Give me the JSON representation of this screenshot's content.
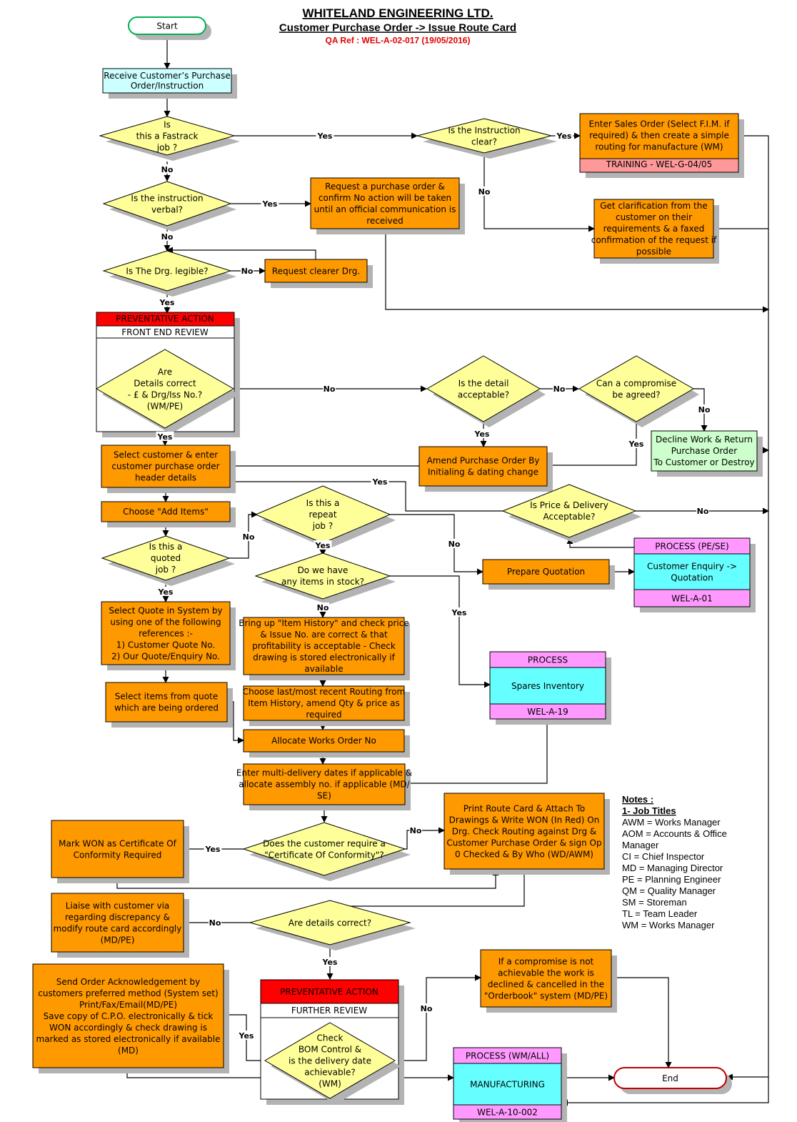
{
  "header": {
    "title": "WHITELAND ENGINEERING LTD.",
    "subtitle": "Customer Purchase Order -> Issue Route Card",
    "qa_ref": "QA Ref : WEL-A-02-017 (19/05/2016)"
  },
  "colors": {
    "process": "#ff9900",
    "decision": "#ffff99",
    "start_box": "#ccffff",
    "decline": "#ccffcc",
    "preventative": "#ff0000",
    "process_header": "#ff99ff",
    "process_body": "#66ffff",
    "training": "#ff9999",
    "terminal_start_border": "#00b050",
    "terminal_end_border": "#c00000",
    "qa_text": "#e00000"
  },
  "nodes": {
    "start": "Start",
    "end": "End",
    "receive": [
      "Receive Customer’s Purchase",
      "Order/Instruction"
    ],
    "fastrack": [
      "Is",
      "this a Fastrack",
      "job ?"
    ],
    "instr_clear": [
      "Is the Instruction",
      "clear?"
    ],
    "sales_order": [
      "Enter Sales Order (Select F.I.M. if",
      "required) & then create a simple",
      "routing for manufacture (WM)"
    ],
    "training": "TRAINING - WEL-G-04/05",
    "verbal": [
      "Is the instruction",
      "verbal?"
    ],
    "request_po": [
      "Request a purchase order &",
      "confirm No action will be taken",
      "until an official communication is",
      "received"
    ],
    "clarification": [
      "Get clarification from the",
      "customer on their",
      "requirements & a faxed",
      "confirmation of the request if",
      "possible"
    ],
    "legible": "Is The Drg. legible?",
    "clearer": "Request clearer Drg.",
    "prev1_header": "PREVENTATIVE ACTION",
    "prev1_sub": "FRONT END REVIEW",
    "details_correct": [
      "Are",
      "Details correct",
      "- £ & Drg/Iss No.?",
      "(WM/PE)"
    ],
    "detail_acceptable": [
      "Is the detail",
      "acceptable?"
    ],
    "compromise": [
      "Can a compromise",
      "be agreed?"
    ],
    "decline": [
      "Decline Work & Return",
      "Purchase Order",
      "To Customer or Destroy"
    ],
    "select_customer": [
      "Select customer & enter",
      "customer purchase order",
      "header details"
    ],
    "amend_po": [
      "Amend Purchase Order By",
      "Initialing & dating change"
    ],
    "add_items": "Choose \"Add Items\"",
    "price_delivery": [
      "Is Price & Delivery",
      "Acceptable?"
    ],
    "repeat_job": [
      "Is this a",
      "repeat",
      "job ?"
    ],
    "quoted_job": [
      "Is this a",
      "quoted",
      "job ?"
    ],
    "process_pese_header": "PROCESS (PE/SE)",
    "process_pese_body": [
      "Customer Enquiry ->",
      "Quotation"
    ],
    "process_pese_ref": "WEL-A-01",
    "prepare_quote": "Prepare Quotation",
    "items_stock": [
      "Do we have",
      "any items in stock?"
    ],
    "select_quote": [
      "Select Quote in System by",
      "using one of the following",
      "references :-",
      "1) Customer Quote No.",
      "2) Our Quote/Enquiry No."
    ],
    "item_history": [
      "Bring up \"Item History\" and check price",
      "& Issue No. are correct & that",
      "profitability is acceptable - Check",
      "drawing is stored electronically if",
      "available"
    ],
    "process_spares_header": "PROCESS",
    "process_spares_body": "Spares Inventory",
    "process_spares_ref": "WEL-A-19",
    "select_items": [
      "Select items from quote",
      "which are being ordered"
    ],
    "choose_routing": [
      "Choose last/most recent Routing from",
      "Item History, amend Qty & price as",
      "required"
    ],
    "allocate_won": "Allocate Works Order No",
    "multi_delivery": [
      "Enter multi-delivery dates if applicable &",
      "allocate assembly no. if applicable (MD/",
      "SE)"
    ],
    "print_route": [
      "Print Route Card & Attach To",
      "Drawings & Write WON (In Red) On",
      "Drg. Check Routing against Drg &",
      "Customer Purchase Order & sign Op",
      "0 Checked & By Who (WD/AWM)"
    ],
    "mark_won": [
      "Mark WON as Certificate Of",
      "Conformity Required"
    ],
    "cert_conformity": [
      "Does the customer require a",
      "\"Certificate Of Conformity\"?"
    ],
    "liaise": [
      "Liaise with customer via",
      "regarding discrepancy &",
      "modify route card accordingly",
      "(MD/PE)"
    ],
    "details_correct2": "Are details correct?",
    "send_ack": [
      "Send Order Acknowledgement by",
      "customers preferred method (System set)",
      "Print/Fax/Email(MD/PE)",
      "Save copy of C.P.O. electronically & tick",
      "WON accordingly & check drawing is",
      "marked as stored electronically if available",
      "(MD)"
    ],
    "prev2_header": "PREVENTATIVE ACTION",
    "prev2_sub": "FURTHER REVIEW",
    "check_bom": [
      "Check",
      "BOM Control &",
      "is the delivery date",
      "achievable?",
      "(WM)"
    ],
    "compromise_not": [
      "If a compromise is not",
      "achievable the work is",
      "declined & cancelled in the",
      "\"Orderbook\" system (MD/PE)"
    ],
    "process_mfg_header": "PROCESS (WM/ALL)",
    "process_mfg_body": "MANUFACTURING",
    "process_mfg_ref": "WEL-A-10-002"
  },
  "edges": {
    "yes": "Yes",
    "no": "No"
  },
  "notes": {
    "heading": "Notes :",
    "subheading": "1- Job Titles",
    "lines": [
      "AWM = Works Manager",
      "AOM  =  Accounts  &  Office",
      "Manager",
      "CI = Chief Inspector",
      "MD = Managing Director",
      "PE = Planning Engineer",
      "QM = Quality Manager",
      "SM = Storeman",
      "TL = Team Leader",
      "WM = Works Manager"
    ]
  }
}
